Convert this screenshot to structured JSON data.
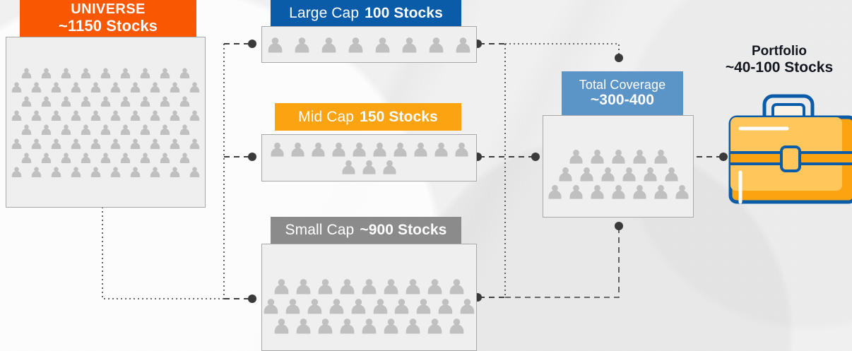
{
  "theme": {
    "bg": "#f1f1f1",
    "orange": "#f95701",
    "blue": "#0a5ca8",
    "amber": "#fca311",
    "gray": "#8b8b8b",
    "steel": "#5b94c6",
    "person_gray": "#c0c0c0",
    "panel_bg": "#efefef",
    "panel_border": "#a8a8a8",
    "connector": "#3a3a3a",
    "portfolio_text": "#11161f"
  },
  "nodes": {
    "universe": {
      "name": "UNIVERSE",
      "count": "~1150 Stocks",
      "rows": [
        9,
        10,
        9,
        10,
        9,
        10,
        9,
        10
      ]
    },
    "large_cap": {
      "label": "Large Cap",
      "count": "100 Stocks",
      "rows": [
        8
      ]
    },
    "mid_cap": {
      "label": "Mid Cap",
      "count": "150 Stocks",
      "rows": [
        10,
        3
      ]
    },
    "small_cap": {
      "label": "Small Cap",
      "count": "~900 Stocks",
      "rows": [
        9,
        10,
        9
      ]
    },
    "total_coverage": {
      "label": "Total Coverage",
      "count": "~300-400",
      "rows": [
        5,
        6,
        7
      ]
    },
    "portfolio": {
      "label": "Portfolio",
      "count": "~40-100 Stocks",
      "icon": "briefcase-icon"
    }
  },
  "connectors": {
    "style": "dashed-with-endpoint-dots",
    "dot_count": 7
  }
}
